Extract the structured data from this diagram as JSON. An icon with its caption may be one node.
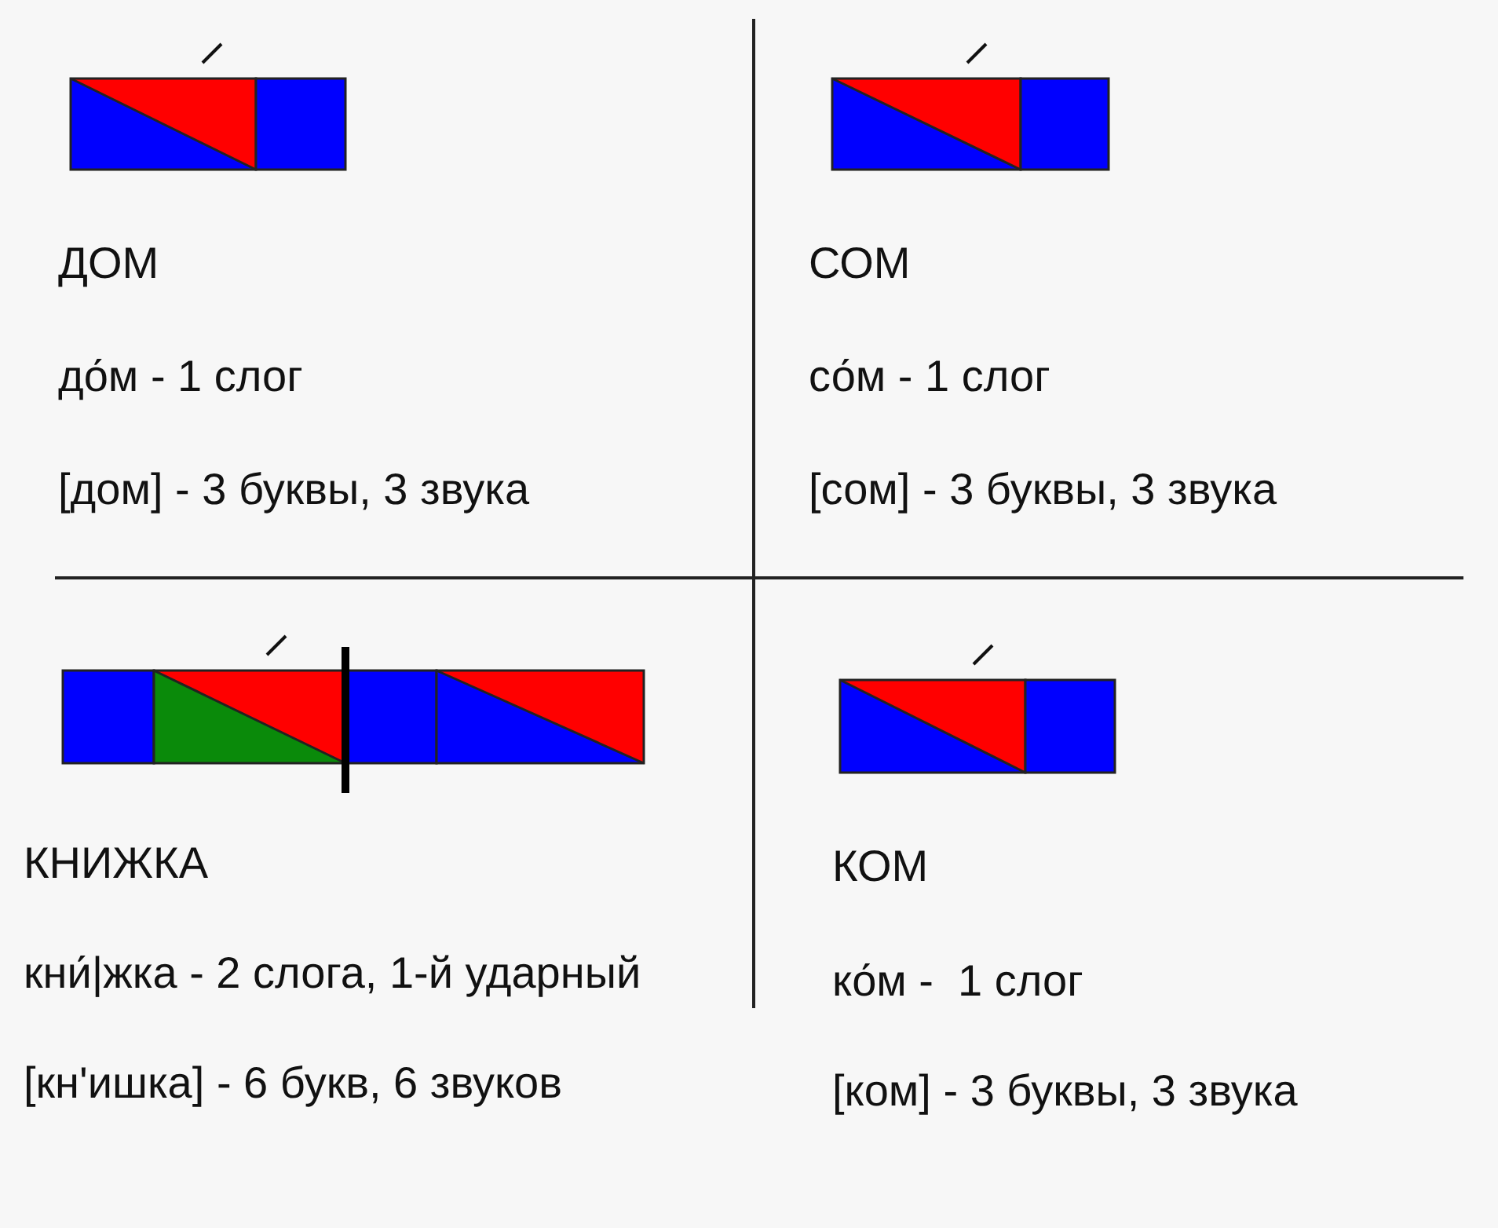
{
  "diagram": {
    "labels": [
      "ДОМ",
      "до́м - 1 слог",
      "[дом] - 3 буквы, 3 звука",
      "СОМ",
      "со́м - 1 слог",
      "[сом] - 3 буквы, 3 звука",
      "КНИЖКА",
      "кни́|жка - 2 слога, 1-й ударный",
      "[кн'ишка] - 6 букв, 6 звуков",
      "КОМ",
      "ко́м -  1 слог",
      "[ком] - 3 буквы, 3 звука"
    ]
  }
}
